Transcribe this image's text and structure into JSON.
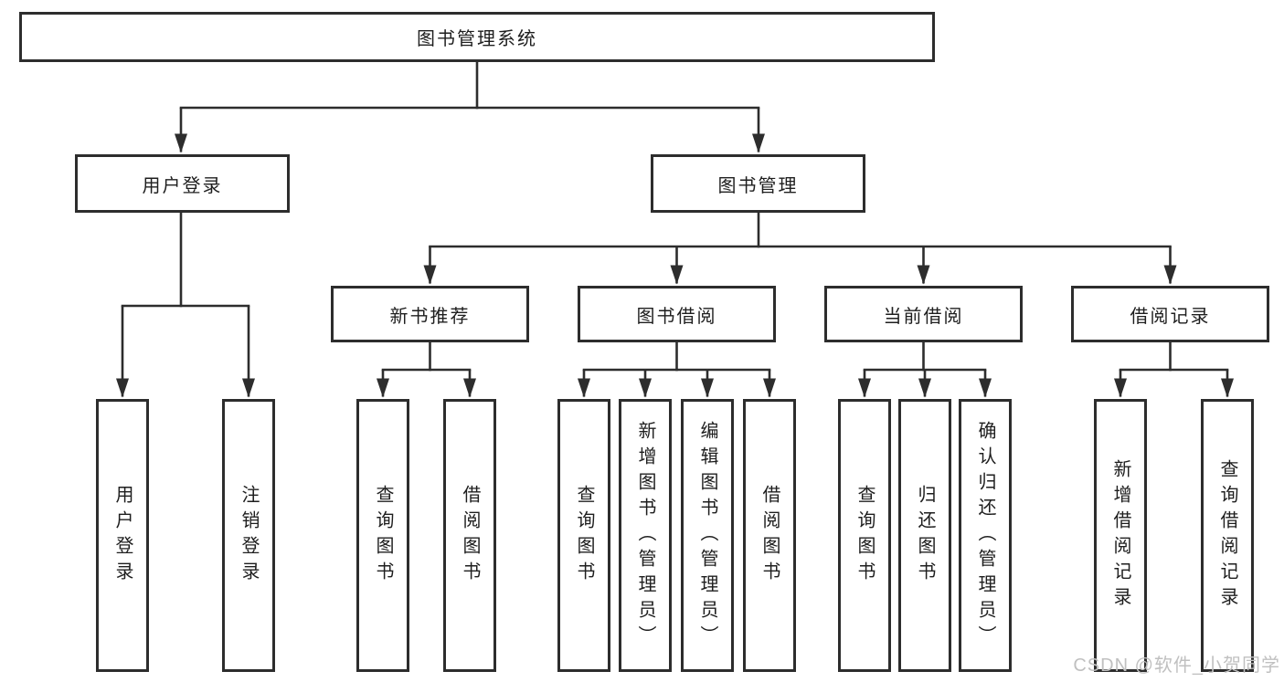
{
  "title": "图书管理系统",
  "watermark": "CSDN @软件_小贺同学",
  "colors": {
    "line": "#2d2d2d",
    "border": "#2d2d2d",
    "text": "#1e1e1e",
    "watermark": "#c0c0c0",
    "background": "#ffffff"
  },
  "nodes": {
    "root": {
      "label": "图书管理系统"
    },
    "level2": [
      {
        "id": "user-login",
        "label": "用户登录",
        "parent": "图书管理系统"
      },
      {
        "id": "book-management",
        "label": "图书管理",
        "parent": "图书管理系统"
      }
    ],
    "level3": [
      {
        "id": "new-book-recommend",
        "label": "新书推荐",
        "parent": "图书管理"
      },
      {
        "id": "book-borrow",
        "label": "图书借阅",
        "parent": "图书管理"
      },
      {
        "id": "current-borrow",
        "label": "当前借阅",
        "parent": "图书管理"
      },
      {
        "id": "borrow-records",
        "label": "借阅记录",
        "parent": "图书管理"
      }
    ],
    "leaves": [
      {
        "label": "用户登录",
        "parent": "用户登录"
      },
      {
        "label": "注销登录",
        "parent": "用户登录"
      },
      {
        "label": "查询图书",
        "parent": "新书推荐"
      },
      {
        "label": "借阅图书",
        "parent": "新书推荐"
      },
      {
        "label": "查询图书",
        "parent": "图书借阅"
      },
      {
        "label": "新增图书（管理员）",
        "parent": "图书借阅"
      },
      {
        "label": "编辑图书（管理员）",
        "parent": "图书借阅"
      },
      {
        "label": "借阅图书",
        "parent": "图书借阅"
      },
      {
        "label": "查询图书",
        "parent": "当前借阅"
      },
      {
        "label": "归还图书",
        "parent": "当前借阅"
      },
      {
        "label": "确认归还（管理员）",
        "parent": "当前借阅"
      },
      {
        "label": "新增借阅记录",
        "parent": "借阅记录"
      },
      {
        "label": "查询借阅记录",
        "parent": "借阅记录"
      }
    ]
  }
}
